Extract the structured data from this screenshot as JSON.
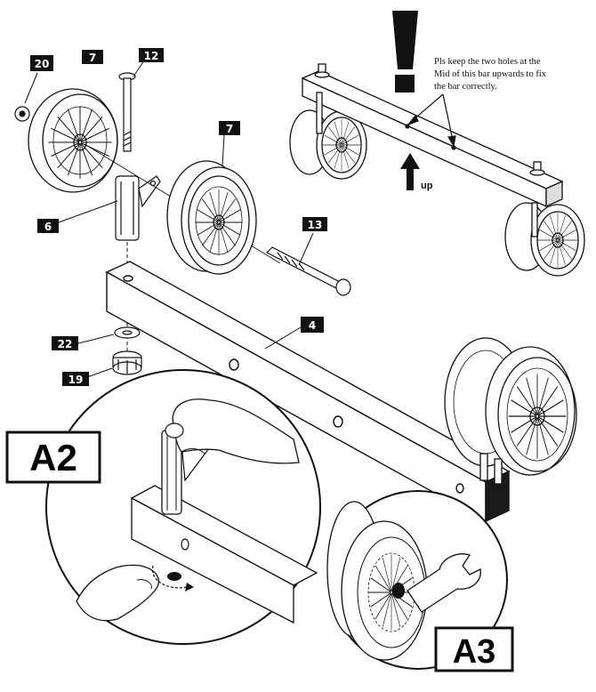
{
  "colors": {
    "ink": "#111111",
    "label_bg": "#111111",
    "label_text": "#ffffff",
    "paper": "#ffffff",
    "dark_face": "#1a1a1a"
  },
  "part_labels": {
    "p20": "20",
    "p7a": "7",
    "p12": "12",
    "p7b": "7",
    "p6": "6",
    "p13": "13",
    "p4": "4",
    "p22": "22",
    "p19": "19"
  },
  "note": {
    "line1": "Pls keep the two holes at the",
    "line2": "Mid of this bar upwards to fix",
    "line3": "the bar correctly."
  },
  "up_label": "up",
  "steps": {
    "a2": "A2",
    "a3": "A3"
  }
}
